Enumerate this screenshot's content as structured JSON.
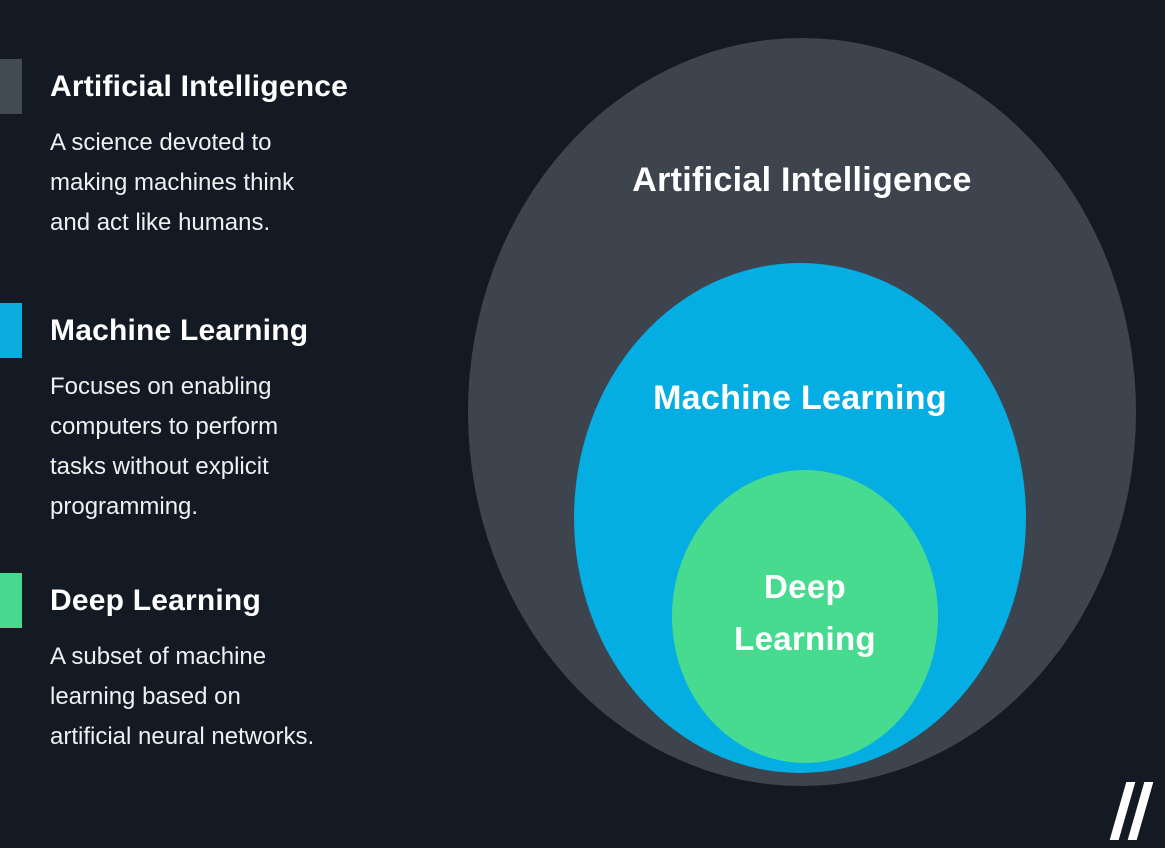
{
  "canvas": {
    "background": "#141a23"
  },
  "legend": {
    "sections": [
      {
        "title": "Artificial Intelligence",
        "accent_color": "#424a53",
        "description_lines": [
          "A science devoted to",
          "making machines think",
          "and act like humans."
        ]
      },
      {
        "title": "Machine Learning",
        "accent_color": "#0cacdf",
        "description_lines": [
          "Focuses on enabling",
          "computers to perform",
          "tasks without explicit",
          "programming."
        ]
      },
      {
        "title": "Deep Learning",
        "accent_color": "#47d98e",
        "description_lines": [
          "A subset of machine",
          "learning based on",
          "artificial neural networks."
        ]
      }
    ]
  },
  "diagram": {
    "type": "nested-venn",
    "circles": [
      {
        "label": "Artificial Intelligence",
        "color": "#3d444d"
      },
      {
        "label": "Machine Learning",
        "color": "#04ade2"
      },
      {
        "label": "Deep Learning",
        "label_lines": [
          "Deep",
          "Learning"
        ],
        "color": "#47db90"
      }
    ]
  },
  "logo": {
    "glyph": "//"
  }
}
